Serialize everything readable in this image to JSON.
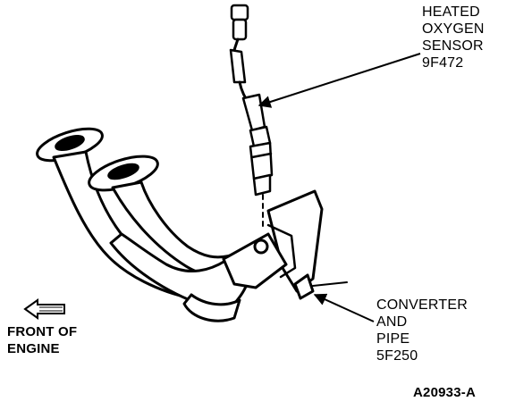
{
  "labels": {
    "sensor": [
      "HEATED",
      "OXYGEN",
      "SENSOR",
      "9F472"
    ],
    "converter": [
      "CONVERTER",
      "AND",
      "PIPE",
      "5F250"
    ],
    "front": [
      "FRONT OF",
      "ENGINE"
    ],
    "figure_id": "A20933-A"
  },
  "colors": {
    "ink": "#000000",
    "paper": "#ffffff"
  }
}
